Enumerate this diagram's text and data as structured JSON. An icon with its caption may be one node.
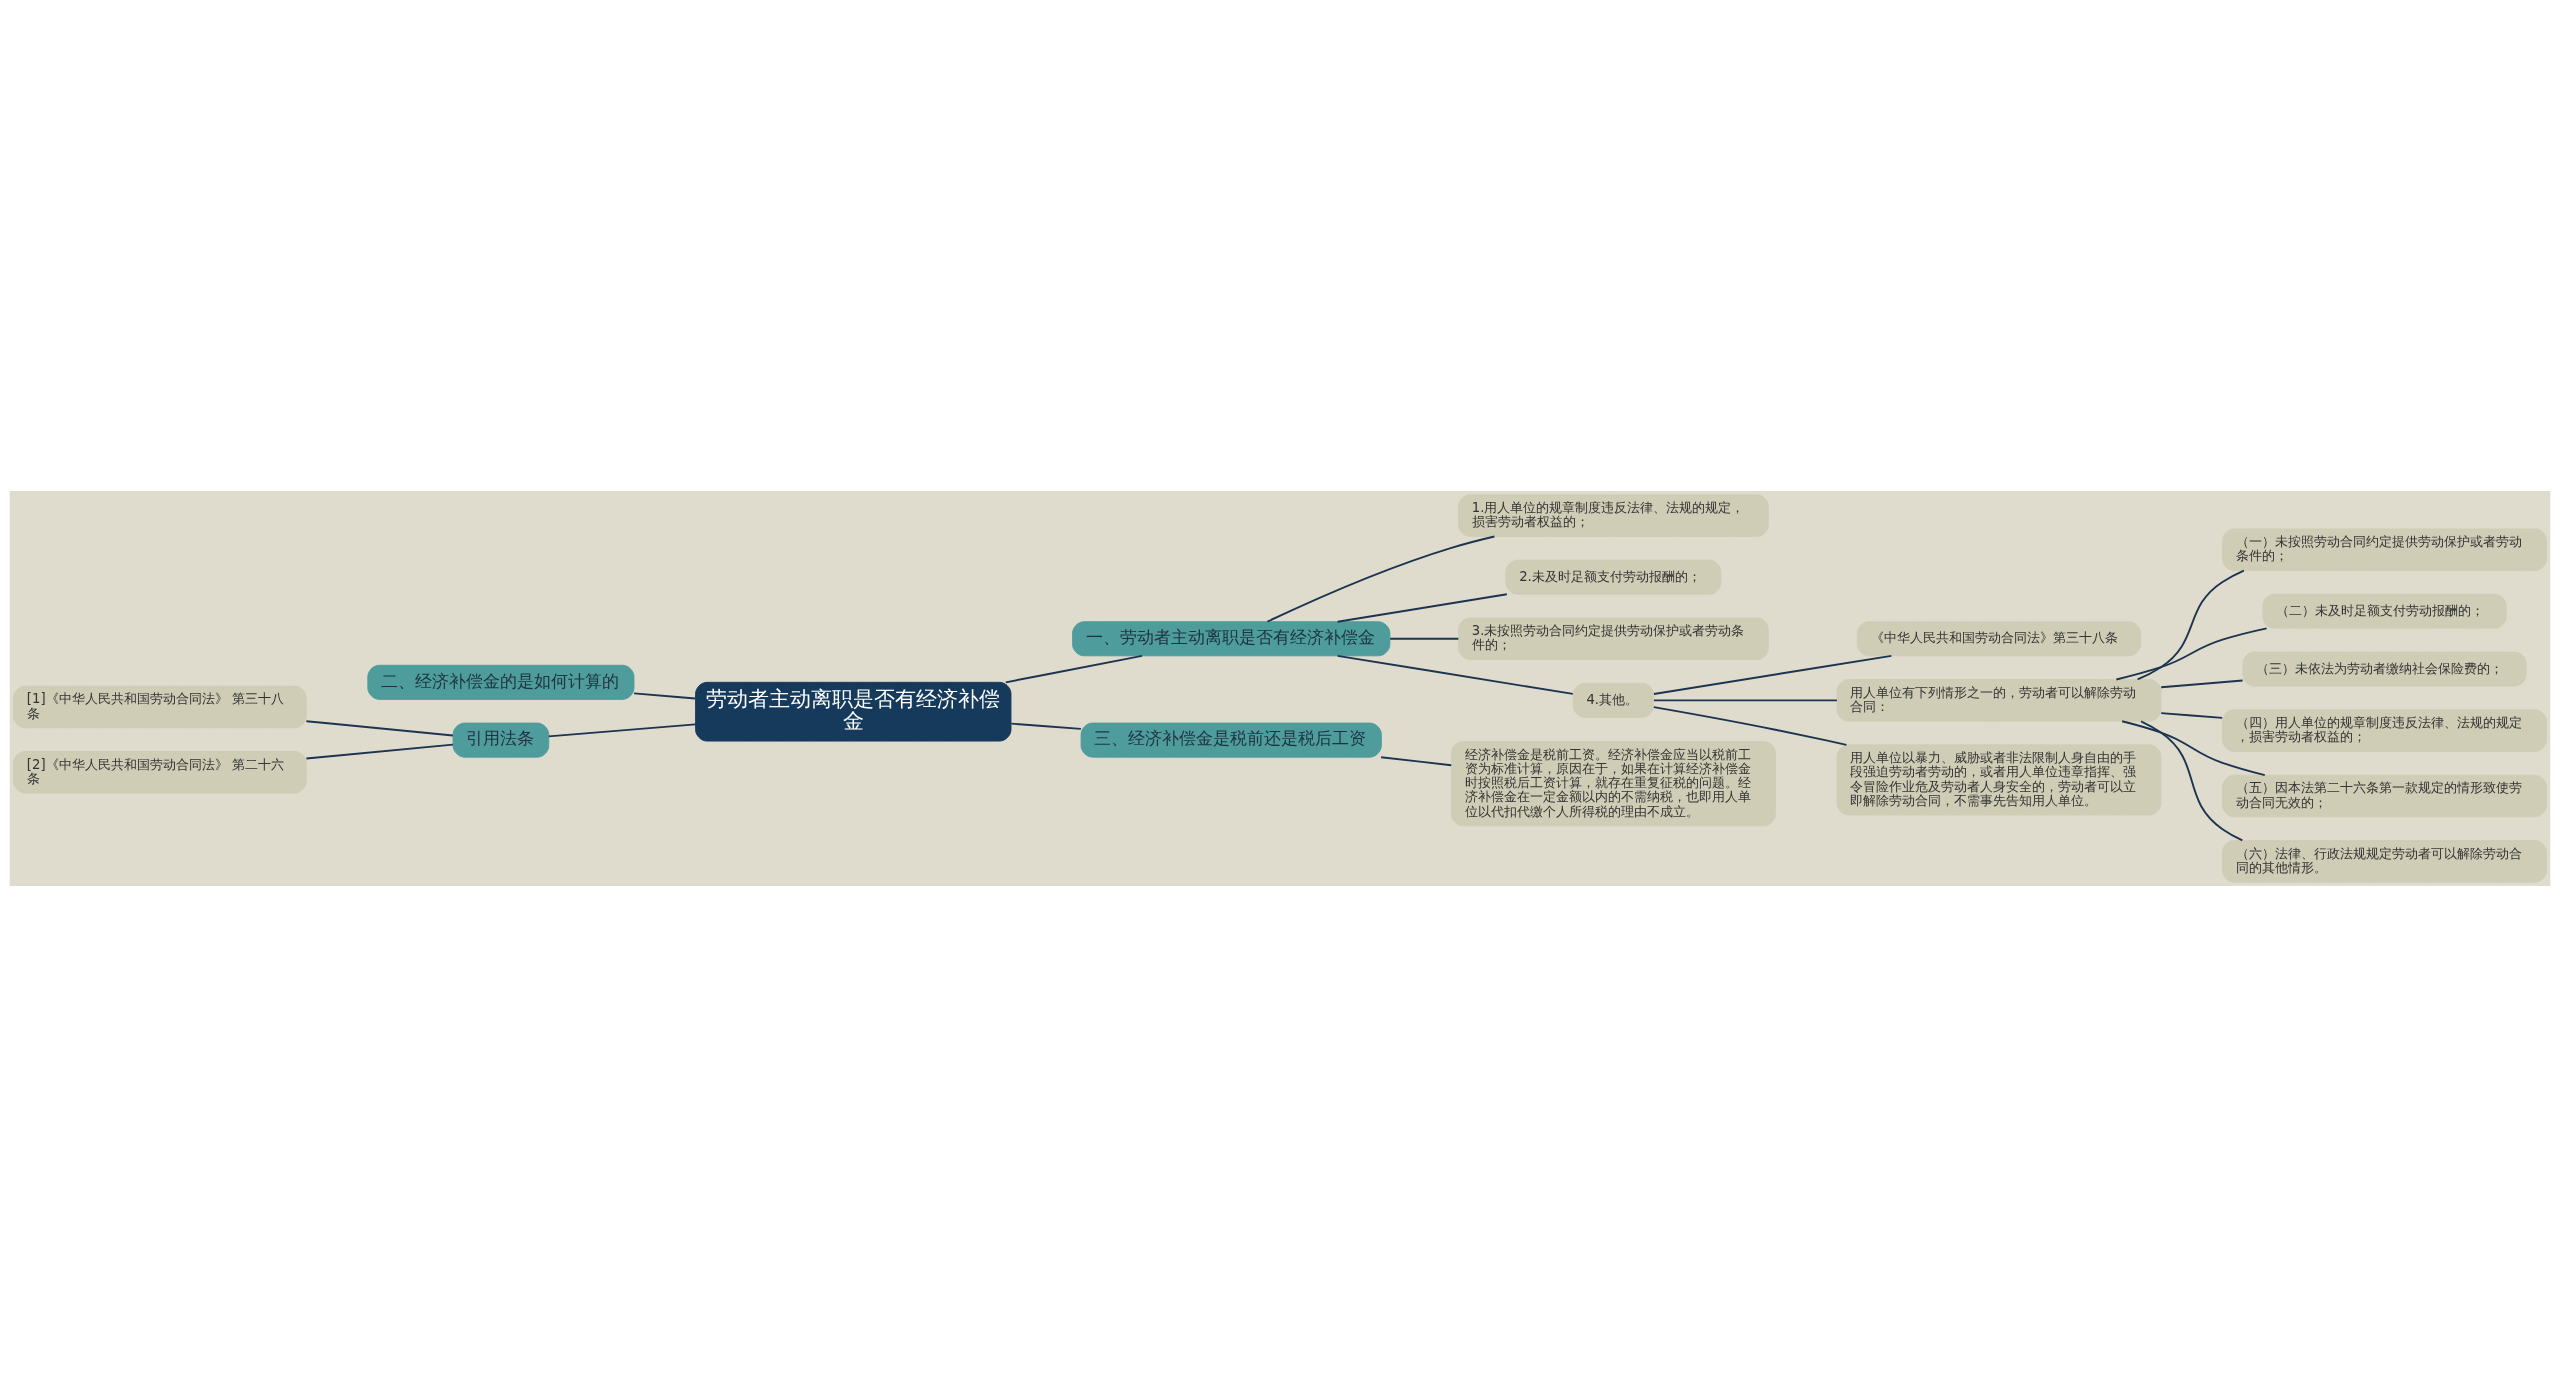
{
  "diagram": {
    "nodes": [
      {
        "text": [
          "劳动者主动离职是否有经济补偿金"
        ]
      },
      {
        "text": [
          "一、劳动者主动离职是否有经济补偿金"
        ]
      },
      {
        "text": [
          "1.用人单位的规章制度违反法律、法规的规定，损害劳动者权益的；"
        ]
      },
      {
        "text": [
          "2.未及时足额支付劳动报酬的；"
        ]
      },
      {
        "text": [
          "3.未按照劳动合同约定提供劳动保护或者劳动条件的；"
        ]
      },
      {
        "text": [
          "4.其他。"
        ]
      },
      {
        "text": [
          "《中华人民共和国劳动合同法》第三十八条"
        ]
      },
      {
        "text": [
          "用人单位有下列情形之一的，劳动者可以解除劳动合同："
        ]
      },
      {
        "text": [
          "（一）未按照劳动合同约定提供劳动保护或者劳动条件的；"
        ]
      },
      {
        "text": [
          "（二）未及时足额支付劳动报酬的；"
        ]
      },
      {
        "text": [
          "（三）未依法为劳动者缴纳社会保险费的；"
        ]
      },
      {
        "text": [
          "（四）用人单位的规章制度违反法律、法规的规定，损害劳动者权益的；"
        ]
      },
      {
        "text": [
          "（五）因本法第二十六条第一款规定的情形致使劳动合同无效的；"
        ]
      },
      {
        "text": [
          "（六）法律、行政法规规定劳动者可以解除劳动合同的其他情形。"
        ]
      },
      {
        "text": [
          "用人单位以暴力、威胁或者非法限制人身自由的手段强迫劳动者劳动的，或者用人单位违章指挥、强令冒险作业危及劳动者人身安全的，劳动者可以立即解除劳动合同，不需事先告知用人单位。"
        ]
      },
      {
        "text": [
          "二、经济补偿金的是如何计算的"
        ]
      },
      {
        "text": [
          "引用法条"
        ]
      },
      {
        "text": [
          "[1]《中华人民共和国劳动合同法》 第三十八条"
        ]
      },
      {
        "text": [
          "[2]《中华人民共和国劳动合同法》 第二十六条"
        ]
      },
      {
        "text": [
          "三、经济补偿金是税前还是税后工资"
        ]
      },
      {
        "text": [
          "经济补偿金是税前工资。经济补偿金应当以税前工资为标准计算，原因在于，如果在计算经济补偿金时按照税后工资计算，就存在重复征税的问题。经济补偿金在一定金额以内的不需纳税，也即用人单位以代扣代缴个人所得税的理由不成立。"
        ]
      }
    ],
    "edges": [
      {
        "from": 0,
        "to": 1,
        "arrow": "none"
      },
      {
        "from": 1,
        "to": 2,
        "arrow": "none"
      },
      {
        "from": 1,
        "to": 3,
        "arrow": "none"
      },
      {
        "from": 1,
        "to": 4,
        "arrow": "none"
      },
      {
        "from": 1,
        "to": 5,
        "arrow": "none"
      },
      {
        "from": 5,
        "to": 6,
        "arrow": "none"
      },
      {
        "from": 5,
        "to": 7,
        "arrow": "none"
      },
      {
        "from": 7,
        "to": 8,
        "arrow": "none"
      },
      {
        "from": 7,
        "to": 9,
        "arrow": "none"
      },
      {
        "from": 7,
        "to": 10,
        "arrow": "none"
      },
      {
        "from": 7,
        "to": 11,
        "arrow": "none"
      },
      {
        "from": 7,
        "to": 12,
        "arrow": "none"
      },
      {
        "from": 7,
        "to": 13,
        "arrow": "none"
      },
      {
        "from": 5,
        "to": 14,
        "arrow": "none"
      },
      {
        "from": 15,
        "to": 0,
        "arrow": "none"
      },
      {
        "from": 16,
        "to": 0,
        "arrow": "none"
      },
      {
        "from": 17,
        "to": 16,
        "arrow": "none"
      },
      {
        "from": 18,
        "to": 16,
        "arrow": "none"
      },
      {
        "from": 0,
        "to": 19,
        "arrow": "none"
      },
      {
        "from": 19,
        "to": 20,
        "arrow": "none"
      }
    ]
  }
}
